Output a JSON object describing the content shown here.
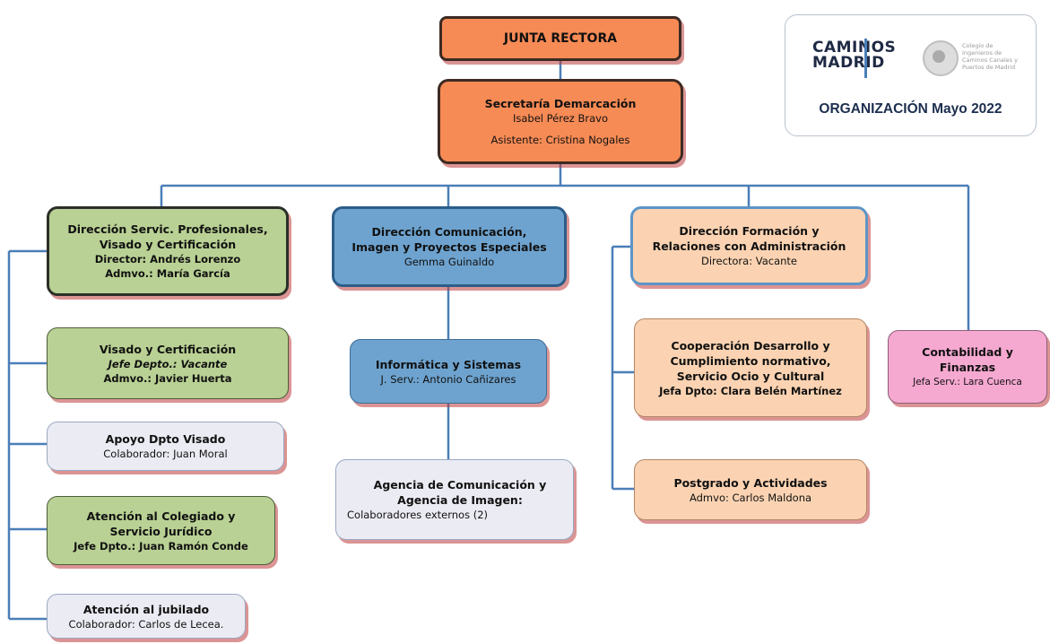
{
  "header": {
    "logo_line1": "CAMINOS",
    "logo_line2": "MADRID",
    "logo_institution": "Colegio de Ingenieros de Caminos Canales y Puertos de Madrid",
    "label": "ORGANIZACIÓN Mayo 2022"
  },
  "nodes": {
    "junta": {
      "title": "JUNTA RECTORA"
    },
    "secretaria": {
      "title": "Secretaría Demarcación",
      "person": "Isabel Pérez Bravo",
      "assistant": "Asistente: Cristina Nogales"
    },
    "servicios": {
      "title1": "Dirección Servic. Profesionales,",
      "title2": "Visado y Certificación",
      "director": "Director: Andrés Lorenzo",
      "admin": "Admvo.: María García"
    },
    "visado": {
      "title": "Visado y Certificación",
      "jefe": "Jefe Depto.: Vacante",
      "admin": "Admvo.: Javier Huerta"
    },
    "apoyo": {
      "title": "Apoyo Dpto Visado",
      "collab": "Colaborador: Juan Moral"
    },
    "atencion_colegiado": {
      "title1": "Atención al Colegiado y",
      "title2": "Servicio Jurídico",
      "jefe": "Jefe Dpto.: Juan Ramón Conde"
    },
    "jubilado": {
      "title": "Atención al jubilado",
      "collab": "Colaborador: Carlos de Lecea."
    },
    "comunicacion": {
      "title1": "Dirección Comunicación,",
      "title2": "Imagen y Proyectos Especiales",
      "person": "Gemma Guinaldo"
    },
    "informatica": {
      "title": "Informática y Sistemas",
      "jefe": "J. Serv.: Antonio Cañizares"
    },
    "agencia": {
      "title1": "Agencia de Comunicación y",
      "title2": "Agencia de Imagen:",
      "collab": "Colaboradores externos (2)"
    },
    "formacion": {
      "title1": "Dirección Formación y",
      "title2": "Relaciones con Administración",
      "director": "Directora: Vacante"
    },
    "cooperacion": {
      "title1": "Cooperación Desarrollo y",
      "title2": "Cumplimiento normativo,",
      "title3": "Servicio Ocio y Cultural",
      "jefe": "Jefa Dpto: Clara Belén Martínez"
    },
    "postgrado": {
      "title": "Postgrado y Actividades",
      "admin": "Admvo: Carlos Maldona"
    },
    "contabilidad": {
      "title1": "Contabilidad y",
      "title2": "Finanzas",
      "jefe": "Jefa Serv.: Lara Cuenca"
    }
  },
  "colors": {
    "connector": "#4a7fb8",
    "orange": "#f78b55",
    "green": "#b9d194",
    "blue": "#6ea3cf",
    "peach": "#fbd3b2",
    "grey": "#ebebf3",
    "pink": "#f5a8d0"
  }
}
